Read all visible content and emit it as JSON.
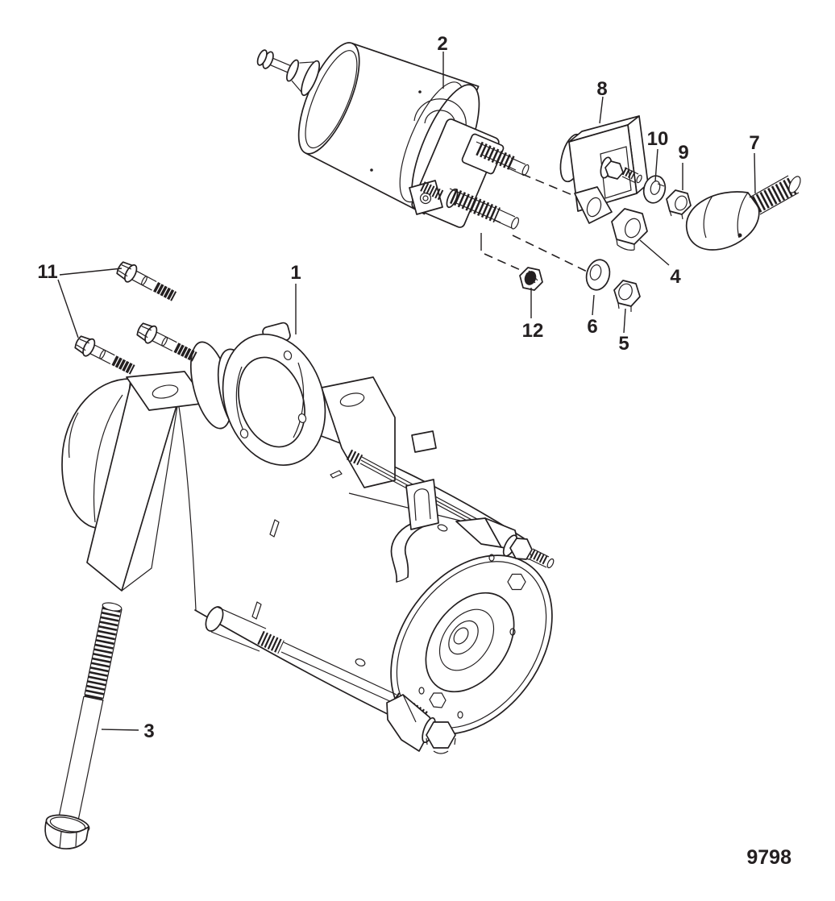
{
  "figure": {
    "drawing_number": "9798",
    "background": "#ffffff",
    "line_color": "#231f20"
  },
  "callouts": [
    {
      "label": "1",
      "part": "starter-motor-mounting-flange"
    },
    {
      "label": "2",
      "part": "solenoid"
    },
    {
      "label": "3",
      "part": "long-mounting-bolt"
    },
    {
      "label": "4",
      "part": "hex-nut-large"
    },
    {
      "label": "5",
      "part": "hex-nut-medium"
    },
    {
      "label": "6",
      "part": "flat-washer"
    },
    {
      "label": "7",
      "part": "terminal-boot"
    },
    {
      "label": "8",
      "part": "terminal-block"
    },
    {
      "label": "9",
      "part": "hex-nut-small"
    },
    {
      "label": "10",
      "part": "flat-washer-small"
    },
    {
      "label": "11",
      "part": "mounting-bolts"
    },
    {
      "label": "12",
      "part": "hex-nut-small"
    }
  ]
}
